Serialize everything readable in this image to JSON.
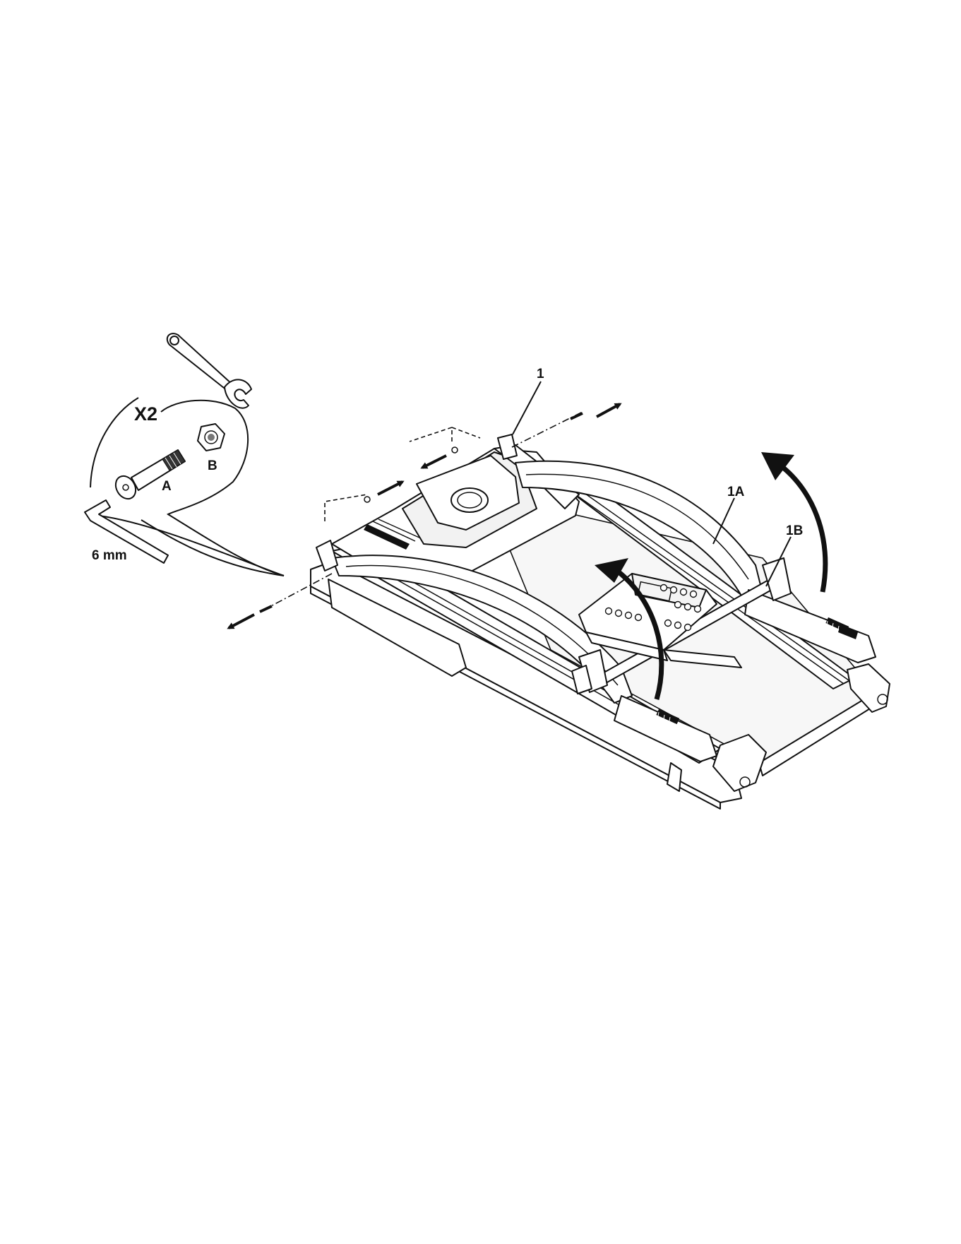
{
  "labels": {
    "quantity": "X2",
    "bolt": "A",
    "nut": "B",
    "hex_key_size": "6 mm",
    "part_1": "1",
    "part_1a": "1A",
    "part_1b": "1B"
  }
}
